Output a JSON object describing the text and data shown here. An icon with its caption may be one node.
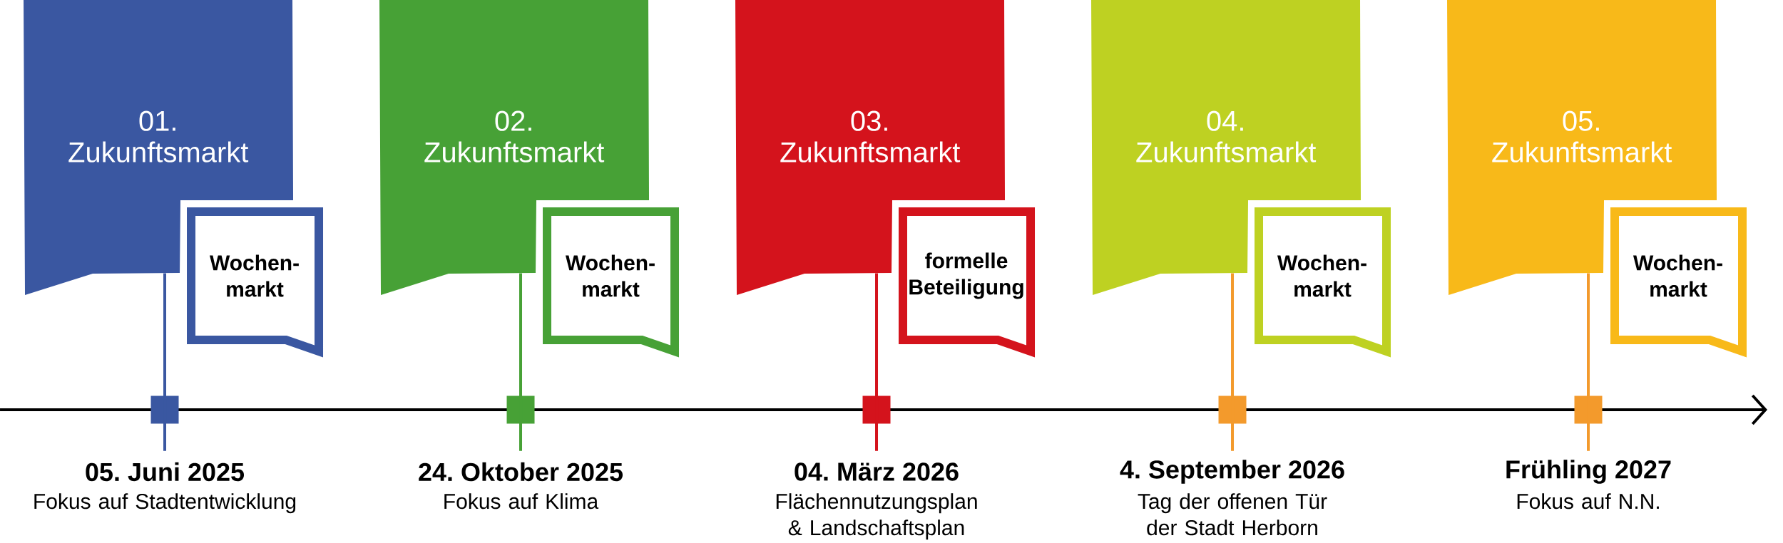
{
  "diagram": {
    "nodes": [
      {
        "text": [
          "01. Zukunftsmarkt"
        ]
      },
      {
        "text": [
          "Wochen- markt"
        ]
      },
      {
        "text": [],
        "shape": "box",
        "beside": [
          "05. Juni 2025",
          "Fokus auf Stadtentwicklung"
        ]
      },
      {
        "text": [
          "02. Zukunftsmarkt"
        ]
      },
      {
        "text": [
          "Wochen- markt"
        ]
      },
      {
        "text": [],
        "shape": "box",
        "beside": [
          "24. Oktober 2025",
          "Fokus auf Klima"
        ]
      },
      {
        "text": [
          "03. Zukunftsmarkt"
        ]
      },
      {
        "text": [
          "formelle Beteiligung"
        ]
      },
      {
        "text": [],
        "shape": "box",
        "beside": [
          "04. März 2026",
          "Flächennutzungsplan & Landschaftsplan"
        ]
      },
      {
        "text": [
          "04. Zukunftsmarkt"
        ]
      },
      {
        "text": [
          "Wochen- markt"
        ]
      },
      {
        "text": [],
        "shape": "box",
        "beside": [
          "4. September 2026",
          "Tag der offenen Tür der Stadt Herborn"
        ]
      },
      {
        "text": [
          "05. Zukunftsmarkt"
        ]
      },
      {
        "text": [
          "Wochen- markt"
        ]
      },
      {
        "text": [],
        "shape": "box",
        "beside": [
          "Frühling 2027",
          "Fokus auf N.N."
        ]
      }
    ],
    "edges": [
      {
        "from": 0,
        "to": 2,
        "arrow": "none",
        "color": "#3a57a1"
      },
      {
        "from": 3,
        "to": 5,
        "arrow": "none",
        "color": "#47a136"
      },
      {
        "from": 6,
        "to": 8,
        "arrow": "none",
        "color": "#d4131c"
      },
      {
        "from": 9,
        "to": 11,
        "arrow": "none",
        "color": "#f39a2c"
      },
      {
        "from": 12,
        "to": 14,
        "arrow": "none",
        "color": "#f39a2c"
      }
    ]
  }
}
